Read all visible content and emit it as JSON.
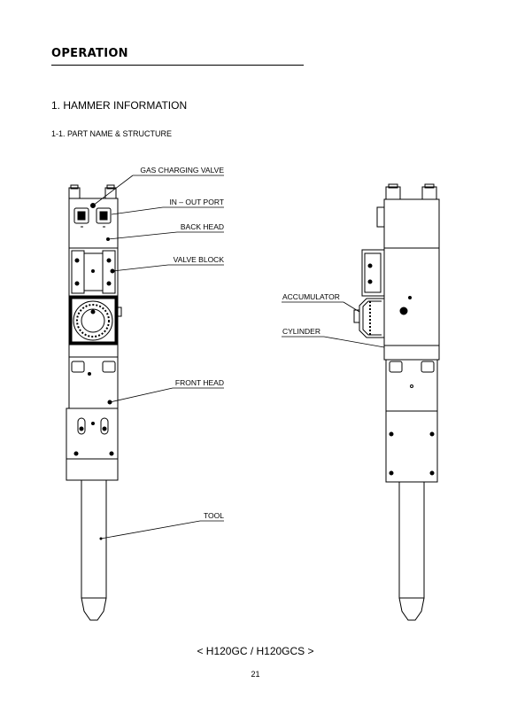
{
  "header": {
    "section_title": "OPERATION"
  },
  "content": {
    "heading": "1. HAMMER INFORMATION",
    "subheading": "1-1. PART NAME & STRUCTURE"
  },
  "labels": {
    "gas_charging_valve": "GAS CHARGING VALVE",
    "in_out_port": "IN – OUT PORT",
    "back_head": "BACK HEAD",
    "valve_block": "VALVE BLOCK",
    "front_head": "FRONT HEAD",
    "tool": "TOOL",
    "accumulator": "ACCUMULATOR",
    "cylinder": "CYLINDER"
  },
  "caption": "< H120GC / H120GCS >",
  "page_number": "21"
}
